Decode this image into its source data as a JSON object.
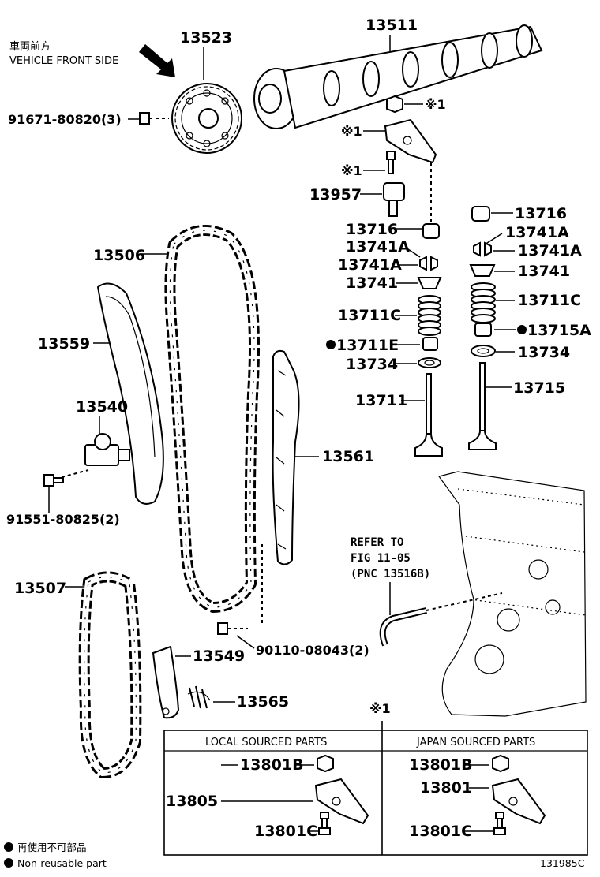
{
  "header": {
    "front_jp": "車両前方",
    "front_en": "VEHICLE FRONT SIDE"
  },
  "parts": {
    "p13523": "13523",
    "p13511": "13511",
    "p91671": "91671-80820(3)",
    "p13957": "13957",
    "p13716_l": "13716",
    "p13716_r": "13716",
    "p13741A_1": "13741A",
    "p13741A_2": "13741A",
    "p13741A_3": "13741A",
    "p13741A_4": "13741A",
    "p13741_l": "13741",
    "p13741_r": "13741",
    "p13711C_l": "13711C",
    "p13711C_r": "13711C",
    "p13711E": "13711E",
    "p13715A": "13715A",
    "p13734_l": "13734",
    "p13734_r": "13734",
    "p13711": "13711",
    "p13715": "13715",
    "p13506": "13506",
    "p13559": "13559",
    "p13540": "13540",
    "p91551": "91551-80825(2)",
    "p13561": "13561",
    "p13507": "13507",
    "p13549": "13549",
    "p90110": "90110-08043(2)",
    "p13565": "13565"
  },
  "marks": {
    "ref1": "※1",
    "ref2": "※1",
    "ref3": "※1",
    "ref_box": "※1"
  },
  "refer": {
    "line1": "REFER TO",
    "line2": "FIG 11-05",
    "line3": "(PNC 13516B)"
  },
  "table": {
    "local_header": "LOCAL SOURCED PARTS",
    "japan_header": "JAPAN SOURCED PARTS",
    "local_13805": "13805",
    "local_13801B": "13801B",
    "local_13801C": "13801C",
    "japan_13801B": "13801B",
    "japan_13801": "13801",
    "japan_13801C": "13801C"
  },
  "legend": {
    "jp": "再使用不可部品",
    "en": "Non-reusable part"
  },
  "footer": {
    "code": "131985C"
  }
}
